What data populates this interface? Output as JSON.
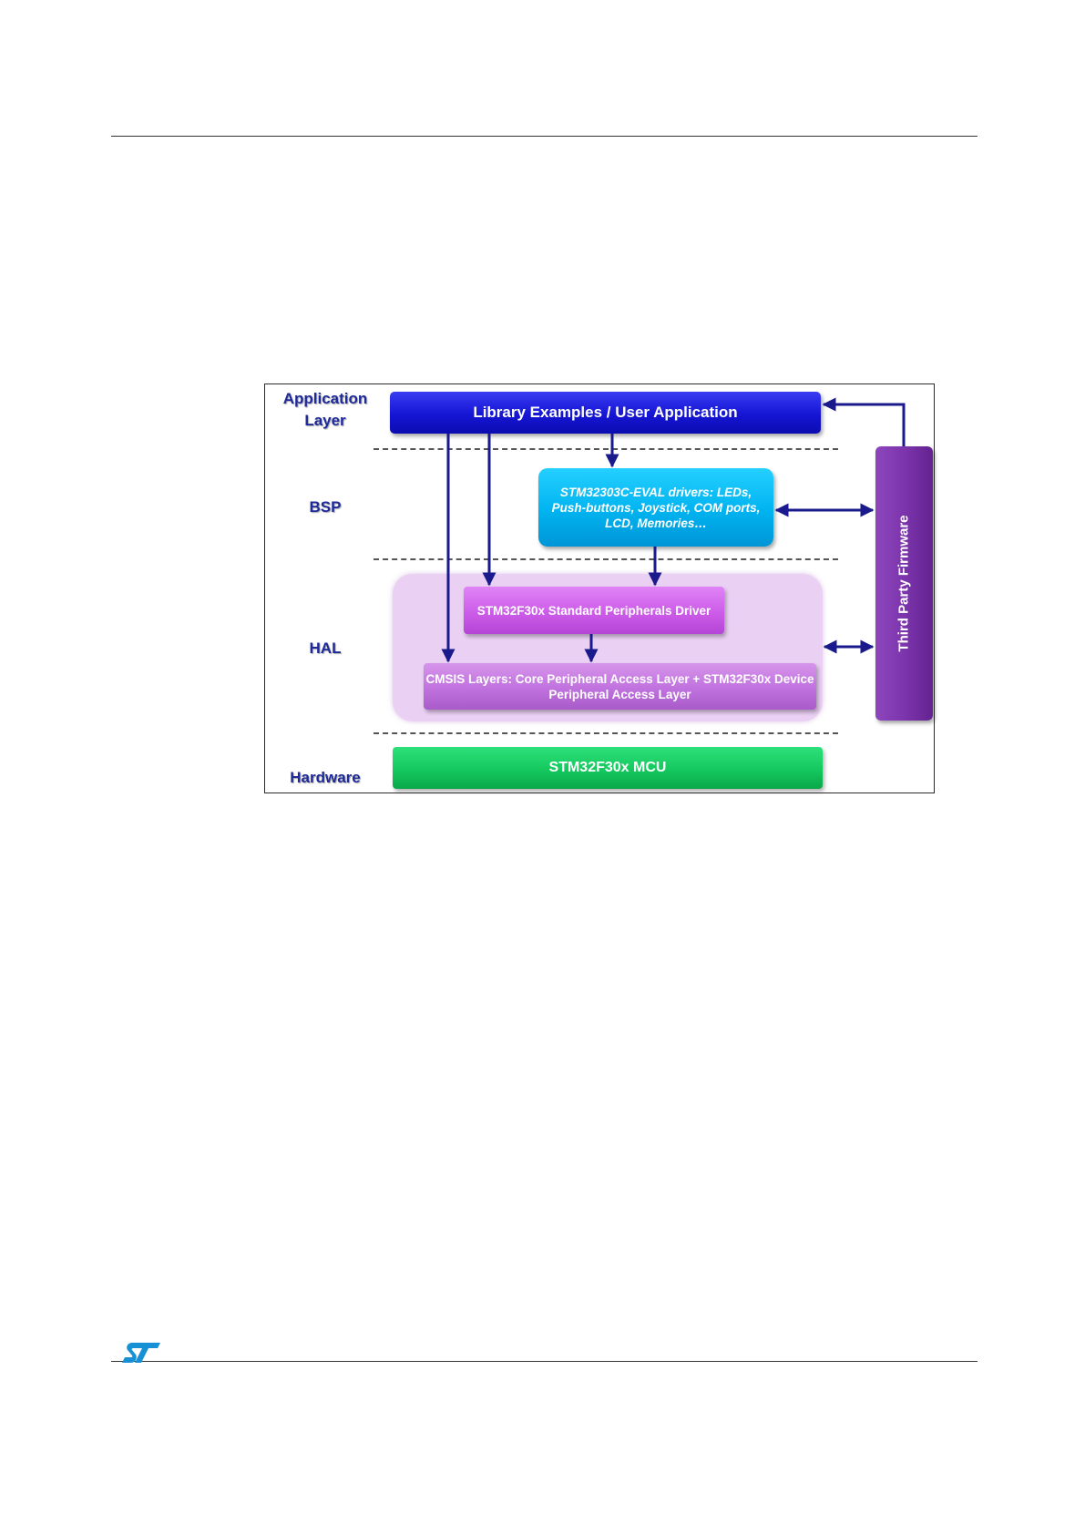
{
  "figure": {
    "layer_labels": {
      "application": "Application Layer",
      "bsp": "BSP",
      "hal": "HAL",
      "hardware": "Hardware"
    },
    "boxes": {
      "app": "Library Examples / User Application",
      "bsp": "STM32303C-EVAL drivers: LEDs, Push-buttons, Joystick, COM ports, LCD, Memories…",
      "std_periph": "STM32F30x Standard Peripherals Driver",
      "cmsis": "CMSIS Layers: Core Peripheral Access Layer + STM32F30x Device Peripheral Access Layer",
      "third_party": "Third Party Firmware",
      "mcu": "STM32F30x MCU"
    },
    "colors": {
      "app": "#1515d4",
      "bsp": "#00b3f0",
      "std_periph": "#cc5ce8",
      "cmsis": "#c072de",
      "hal_container": "#ead0f3",
      "third_party": "#7a33aa",
      "mcu": "#14c85e",
      "arrows": "#1a1a8c",
      "labels": "#1f2a9a"
    }
  },
  "footer": {
    "logo": "ST"
  }
}
